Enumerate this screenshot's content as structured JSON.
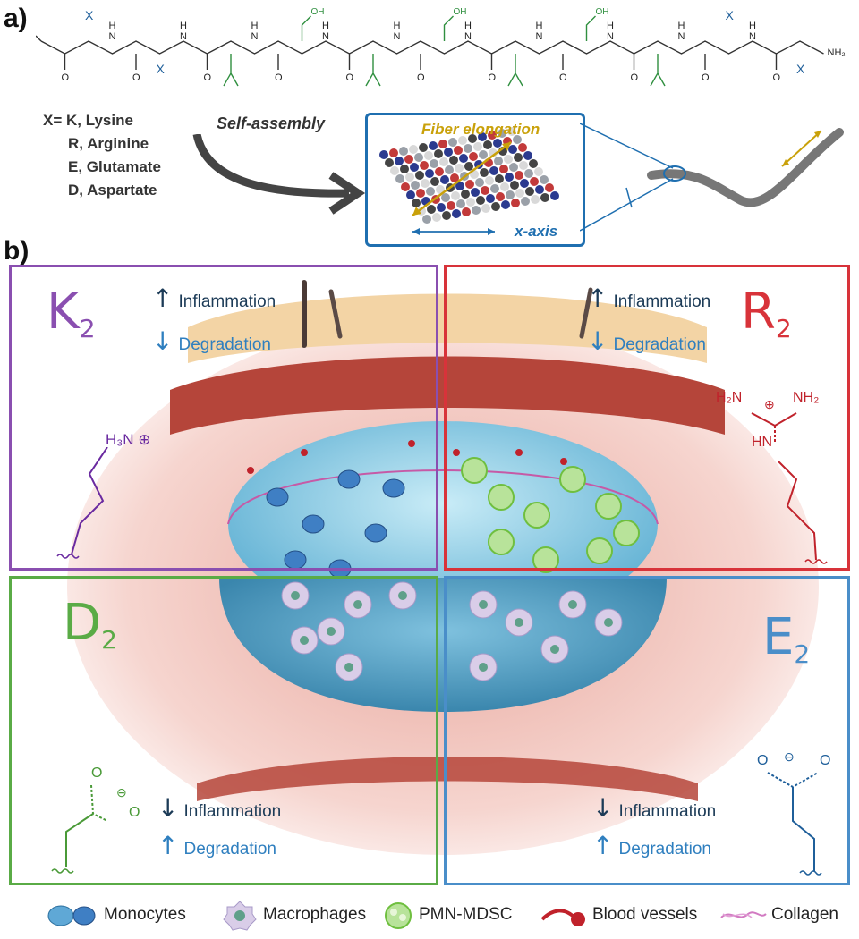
{
  "panel_a": {
    "label": "a)",
    "peptide_x_top": "X",
    "peptide_x_bottom": "X",
    "peptide_oh": "OH",
    "peptide_h": "H",
    "peptide_n": "N",
    "peptide_o": "O",
    "peptide_nh2": "NH₂",
    "x_definition": [
      "X= K, Lysine",
      "R, Arginine",
      "E, Glutamate",
      "D, Aspartate"
    ],
    "self_assembly": "Self-assembly",
    "fiber_elongation": "Fiber elongation",
    "x_axis": "x-axis"
  },
  "panel_b": {
    "label": "b)",
    "quadrants": [
      {
        "id": "K",
        "letter": "K",
        "sub": "2",
        "color": "#8a4fb0",
        "arrow1": "↑",
        "label1": "Inflammation",
        "arrow2": "↓",
        "label2": "Degradation",
        "group_label": "H₃N",
        "charge": "⊕"
      },
      {
        "id": "R",
        "letter": "R",
        "sub": "2",
        "color": "#d8333a",
        "arrow1": "↑",
        "label1": "Inflammation",
        "arrow2": "↓",
        "label2": "Degradation",
        "nh2_left": "H₂N",
        "nh2_right": "NH₂",
        "hn": "HN",
        "charge": "⊕"
      },
      {
        "id": "D",
        "letter": "D",
        "sub": "2",
        "color": "#5aab46",
        "arrow1": "↓",
        "label1": "Inflammation",
        "arrow2": "↑",
        "label2": "Degradation",
        "o_top": "O",
        "o_right": "O",
        "charge": "⊖"
      },
      {
        "id": "E",
        "letter": "E",
        "sub": "2",
        "color": "#4a8ec9",
        "arrow1": "↓",
        "label1": "Inflammation",
        "arrow2": "↑",
        "label2": "Degradation",
        "o_left": "O",
        "o_right": "O",
        "charge": "⊖"
      }
    ]
  },
  "legend": [
    "Monocytes",
    "Macrophages",
    "PMN-MDSC",
    "Blood vessels",
    "Collagen"
  ],
  "colors": {
    "dark_text": "#1c3b57",
    "blue_text": "#2f7fbf",
    "tissue": "#f2c9c2",
    "muscle": "#b5453a",
    "fat": "#f3d4a5",
    "hydrogel": "#9fd3ea"
  }
}
